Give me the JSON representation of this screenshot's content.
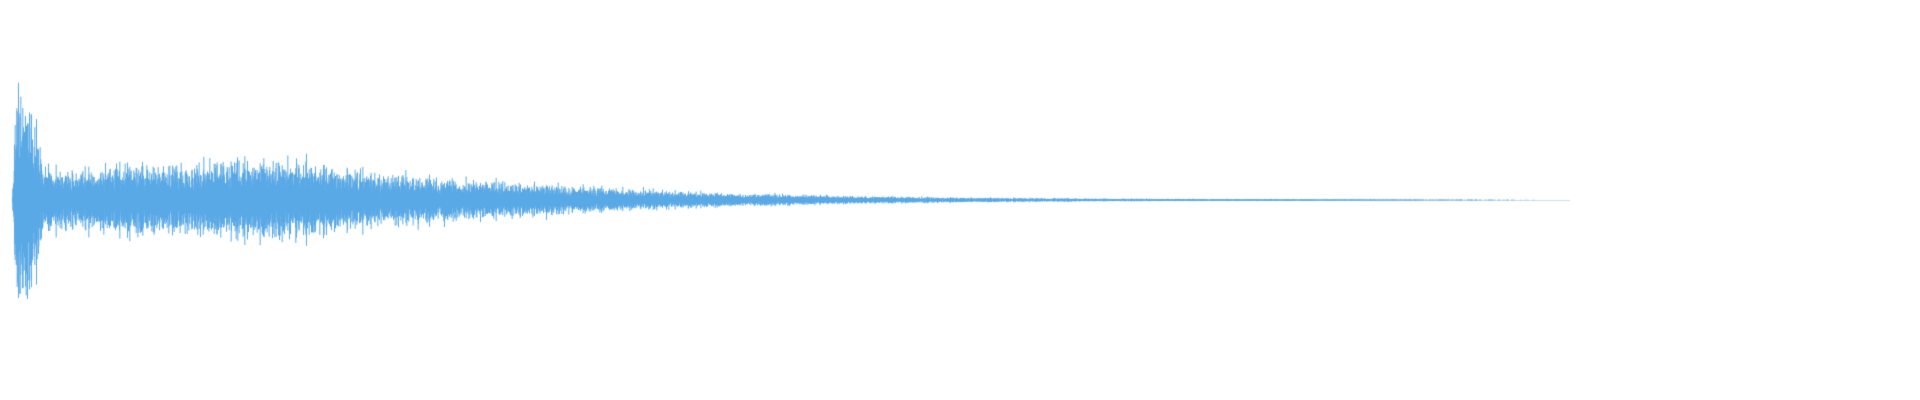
{
  "waveform": {
    "color": "#5aa9e6",
    "background": "#ffffff",
    "peak_amplitude": 1.0,
    "envelope": [
      {
        "t": 0.0,
        "amp": 0.03
      },
      {
        "t": 0.002,
        "amp": 1.0
      },
      {
        "t": 0.01,
        "amp": 0.8
      },
      {
        "t": 0.016,
        "amp": 0.3
      },
      {
        "t": 0.03,
        "amp": 0.24
      },
      {
        "t": 0.08,
        "amp": 0.3
      },
      {
        "t": 0.12,
        "amp": 0.34
      },
      {
        "t": 0.15,
        "amp": 0.32
      },
      {
        "t": 0.19,
        "amp": 0.22
      },
      {
        "t": 0.23,
        "amp": 0.18
      },
      {
        "t": 0.29,
        "amp": 0.12
      },
      {
        "t": 0.35,
        "amp": 0.07
      },
      {
        "t": 0.42,
        "amp": 0.04
      },
      {
        "t": 0.5,
        "amp": 0.02
      },
      {
        "t": 0.6,
        "amp": 0.01
      },
      {
        "t": 0.7,
        "amp": 0.006
      },
      {
        "t": 0.76,
        "amp": 0.003
      },
      {
        "t": 0.82,
        "amp": 0.001
      },
      {
        "t": 1.0,
        "amp": 0.0
      }
    ]
  }
}
